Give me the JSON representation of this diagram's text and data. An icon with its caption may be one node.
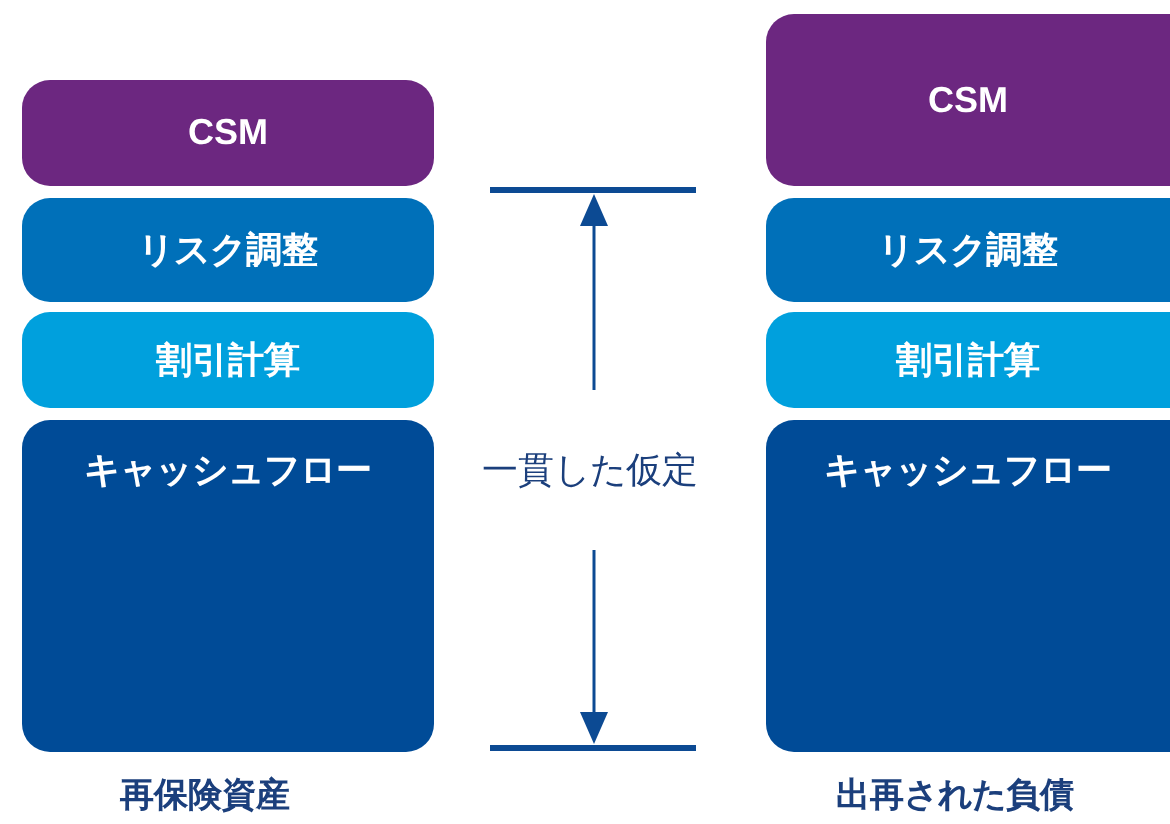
{
  "diagram": {
    "nodes": [
      {
        "text": [
          "CSM"
        ]
      },
      {
        "text": [
          "リスク調整"
        ]
      },
      {
        "text": [
          "割引計算"
        ]
      },
      {
        "text": [
          "キャッシュフロー"
        ]
      },
      {
        "text": [
          "CSM"
        ]
      },
      {
        "text": [
          "リスク調整"
        ]
      },
      {
        "text": [
          "割引計算"
        ]
      },
      {
        "text": [
          "キャッシュフロー"
        ]
      }
    ],
    "labels": [
      "一貫した仮定",
      "再保険資産",
      "出再された負債"
    ]
  }
}
